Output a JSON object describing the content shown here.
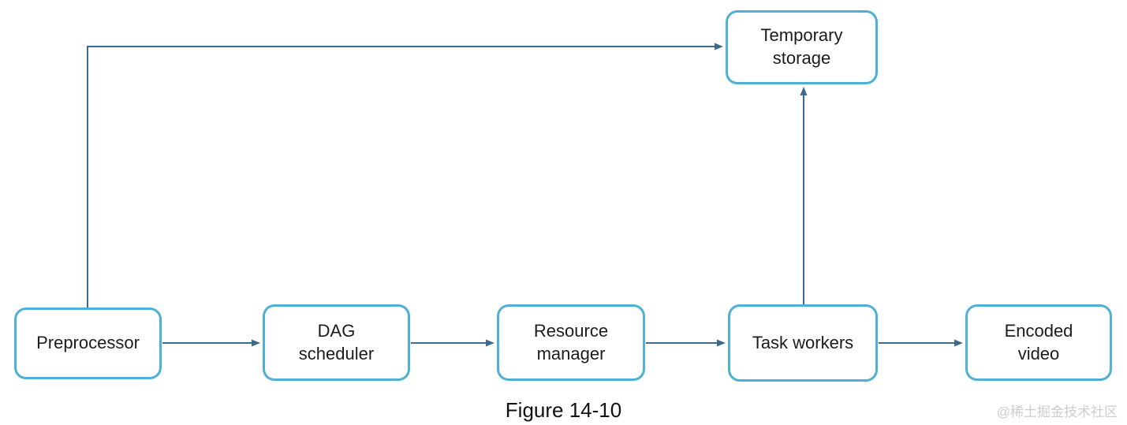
{
  "diagram": {
    "caption": "Figure 14-10",
    "watermark": "@稀土掘金技术社区",
    "colors": {
      "node_border": "#4fb0d6",
      "node_fill": "#ffffff",
      "arrow": "#3e6b8c",
      "text": "#1c1c1c",
      "watermark": "#cdcdcd"
    },
    "nodes": [
      {
        "id": "preprocessor",
        "label": "Preprocessor"
      },
      {
        "id": "dag-scheduler",
        "label": "DAG\nscheduler"
      },
      {
        "id": "resource-manager",
        "label": "Resource\nmanager"
      },
      {
        "id": "task-workers",
        "label": "Task workers"
      },
      {
        "id": "encoded-video",
        "label": "Encoded\nvideo"
      },
      {
        "id": "temporary-storage",
        "label": "Temporary\nstorage"
      }
    ],
    "edges": [
      {
        "from": "preprocessor",
        "to": "dag-scheduler"
      },
      {
        "from": "dag-scheduler",
        "to": "resource-manager"
      },
      {
        "from": "resource-manager",
        "to": "task-workers"
      },
      {
        "from": "task-workers",
        "to": "encoded-video"
      },
      {
        "from": "task-workers",
        "to": "temporary-storage"
      },
      {
        "from": "preprocessor",
        "to": "temporary-storage"
      }
    ]
  }
}
